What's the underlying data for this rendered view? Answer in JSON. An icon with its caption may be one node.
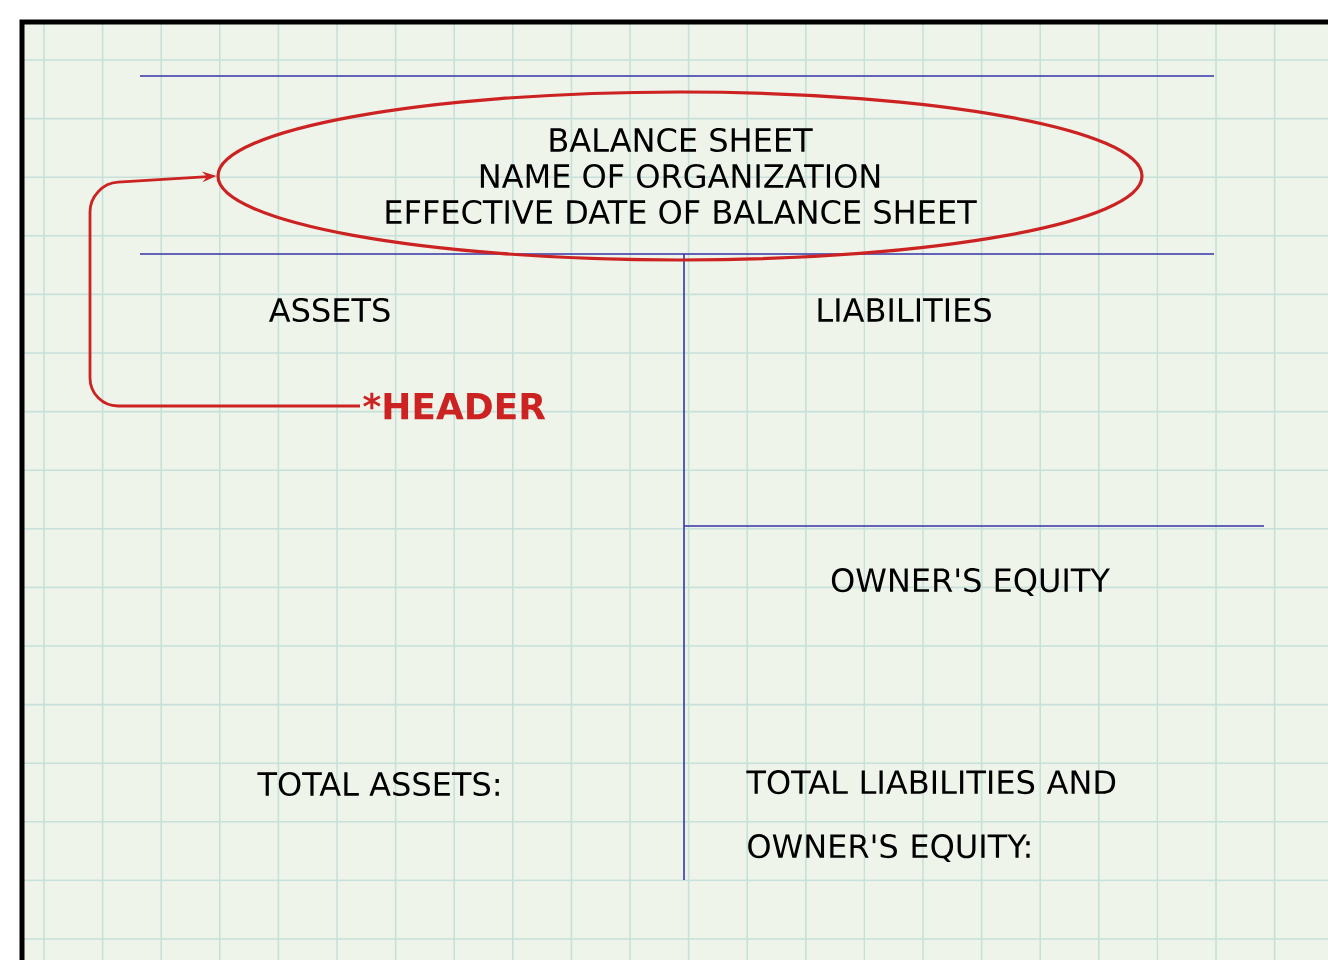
{
  "diagram": {
    "nodes": [
      {
        "text": [
          "BALANCE SHEET",
          "NAME OF ORGANIZATION",
          "EFFECTIVE DATE OF BALANCE SHEET"
        ]
      },
      {
        "text": [
          "*HEADER"
        ]
      }
    ],
    "edges": [
      {
        "from": 1,
        "to": 0,
        "arrow": "to"
      }
    ],
    "labels": [
      "ASSETS",
      "LIABILITIES",
      "OWNER'S EQUITY",
      "TOTAL ASSETS:",
      "TOTAL LIABILITIES AND OWNER'S EQUITY:"
    ]
  }
}
